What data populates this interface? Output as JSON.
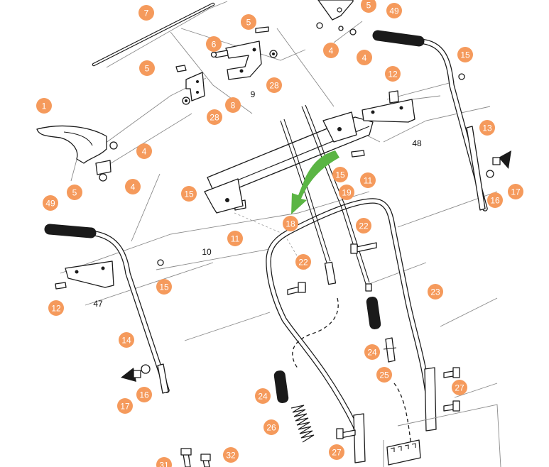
{
  "diagram": {
    "callouts": [
      {
        "id": "c1",
        "label": "1"
      },
      {
        "id": "c4a",
        "label": "4"
      },
      {
        "id": "c4b",
        "label": "4"
      },
      {
        "id": "c4c",
        "label": "4"
      },
      {
        "id": "c4d",
        "label": "4"
      },
      {
        "id": "c5a",
        "label": "5"
      },
      {
        "id": "c5b",
        "label": "5"
      },
      {
        "id": "c5c",
        "label": "5"
      },
      {
        "id": "c5d",
        "label": "5"
      },
      {
        "id": "c6",
        "label": "6"
      },
      {
        "id": "c7",
        "label": "7"
      },
      {
        "id": "c8",
        "label": "8"
      },
      {
        "id": "c11a",
        "label": "11"
      },
      {
        "id": "c11b",
        "label": "11"
      },
      {
        "id": "c12a",
        "label": "12"
      },
      {
        "id": "c12b",
        "label": "12"
      },
      {
        "id": "c13",
        "label": "13"
      },
      {
        "id": "c14",
        "label": "14"
      },
      {
        "id": "c15a",
        "label": "15"
      },
      {
        "id": "c15b",
        "label": "15"
      },
      {
        "id": "c15c",
        "label": "15"
      },
      {
        "id": "c15d",
        "label": "15"
      },
      {
        "id": "c16a",
        "label": "16"
      },
      {
        "id": "c16b",
        "label": "16"
      },
      {
        "id": "c17a",
        "label": "17"
      },
      {
        "id": "c17b",
        "label": "17"
      },
      {
        "id": "c18",
        "label": "18"
      },
      {
        "id": "c19",
        "label": "19"
      },
      {
        "id": "c22a",
        "label": "22"
      },
      {
        "id": "c22b",
        "label": "22"
      },
      {
        "id": "c23",
        "label": "23"
      },
      {
        "id": "c24a",
        "label": "24"
      },
      {
        "id": "c24b",
        "label": "24"
      },
      {
        "id": "c25",
        "label": "25"
      },
      {
        "id": "c26",
        "label": "26"
      },
      {
        "id": "c27a",
        "label": "27"
      },
      {
        "id": "c27b",
        "label": "27"
      },
      {
        "id": "c28a",
        "label": "28"
      },
      {
        "id": "c28b",
        "label": "28"
      },
      {
        "id": "c31",
        "label": "31"
      },
      {
        "id": "c32",
        "label": "32"
      },
      {
        "id": "c49a",
        "label": "49"
      },
      {
        "id": "c49b",
        "label": "49"
      }
    ],
    "plain_labels": [
      {
        "id": "p9",
        "label": "9"
      },
      {
        "id": "p10",
        "label": "10"
      },
      {
        "id": "p47",
        "label": "47"
      },
      {
        "id": "p48",
        "label": "48"
      }
    ],
    "colors": {
      "callout": "#f59a5c",
      "arrow": "#5bb544",
      "line": "#1a1a1a"
    }
  }
}
